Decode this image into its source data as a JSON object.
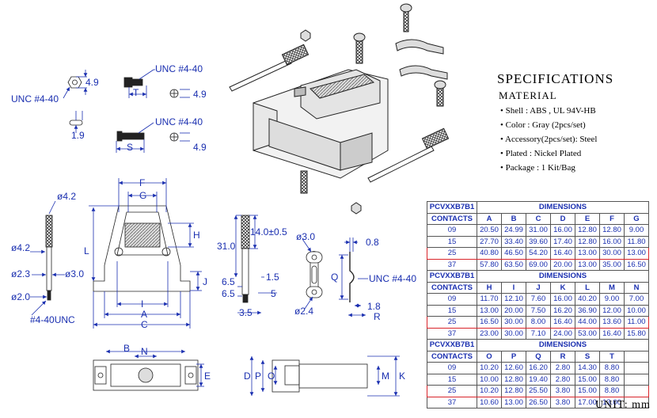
{
  "labels": {
    "unc_left": "UNC #4-40",
    "unc_top": "UNC #4-40",
    "unc_mid": "UNC #4-40",
    "unc_right": "UNC #4-40",
    "unc_bottom": "#4-40UNC",
    "d_4_9_a": "4.9",
    "d_4_9_b": "4.9",
    "d_4_9_c": "4.9",
    "d_1_9": "1.9",
    "d_T": "T",
    "d_S": "S",
    "d_phi_4_2_top": "ø4.2",
    "d_phi_4_2": "ø4.2",
    "d_phi_2_3": "ø2.3",
    "d_phi_3_0": "ø3.0",
    "d_phi_2_0": "ø2.0",
    "d_31_0": "31.0",
    "d_14_0": "14.0±0.5",
    "d_1_5": "1.5",
    "d_6_5_a": "6.5",
    "d_6_5_b": "6.5",
    "d_5": "5",
    "d_3_5": "3.5",
    "d_phi_3_0_clip": "ø3.0",
    "d_0_8": "0.8",
    "d_Q": "Q",
    "d_1_8": "1.8",
    "d_R": "R",
    "d_phi_2_4": "ø2.4",
    "d_F": "F",
    "d_G": "G",
    "d_H": "H",
    "d_L": "L",
    "d_J": "J",
    "d_I": "I",
    "d_A": "A",
    "d_C": "C",
    "d_B": "B",
    "d_N": "N",
    "d_E": "E",
    "d_D": "D",
    "d_P": "P",
    "d_O": "O",
    "d_M": "M",
    "d_K": "K"
  },
  "specs": {
    "title": "SPECIFICATIONS",
    "subtitle": "MATERIAL",
    "lines": [
      "• Shell  :  ABS , UL 94V-HB",
      "• Color  :  Gray (2pcs/set)",
      "• Accessory(2pcs/set):  Steel",
      "• Plated : Nickel Plated",
      "• Package : 1  Kit/Bag"
    ]
  },
  "tables": [
    {
      "part": "PCVXXB7B1",
      "title": "DIMENSIONS",
      "header": "CONTACTS",
      "cols": [
        "A",
        "B",
        "C",
        "D",
        "E",
        "F",
        "G"
      ],
      "rows": [
        {
          "c": "09",
          "v": [
            "20.50",
            "24.99",
            "31.00",
            "16.00",
            "12.80",
            "12.80",
            "9.00"
          ]
        },
        {
          "c": "15",
          "v": [
            "27.70",
            "33.40",
            "39.60",
            "17.40",
            "12.80",
            "16.00",
            "11.80"
          ]
        },
        {
          "c": "25",
          "v": [
            "40.80",
            "46.50",
            "54.20",
            "16.40",
            "13.00",
            "30.00",
            "13.00"
          ],
          "hl": true
        },
        {
          "c": "37",
          "v": [
            "57.80",
            "63.50",
            "69.00",
            "20.00",
            "13.00",
            "35.00",
            "16.50"
          ]
        }
      ]
    },
    {
      "part": "PCVXXB7B1",
      "title": "DIMENSIONS",
      "header": "CONTACTS",
      "cols": [
        "H",
        "I",
        "J",
        "K",
        "L",
        "M",
        "N"
      ],
      "rows": [
        {
          "c": "09",
          "v": [
            "11.70",
            "12.10",
            "7.60",
            "16.00",
            "40.20",
            "9.00",
            "7.00"
          ]
        },
        {
          "c": "15",
          "v": [
            "13.00",
            "20.00",
            "7.50",
            "16.20",
            "36.90",
            "12.00",
            "10.00"
          ]
        },
        {
          "c": "25",
          "v": [
            "16.50",
            "30.00",
            "8.00",
            "16.40",
            "44.00",
            "13.60",
            "11.00"
          ],
          "hl": true
        },
        {
          "c": "37",
          "v": [
            "23.00",
            "30.00",
            "7.10",
            "24.00",
            "53.00",
            "16.40",
            "15.80"
          ]
        }
      ]
    },
    {
      "part": "PCVXXB7B1",
      "title": "DIMENSIONS",
      "header": "CONTACTS",
      "cols": [
        "O",
        "P",
        "Q",
        "R",
        "S",
        "T"
      ],
      "rows": [
        {
          "c": "09",
          "v": [
            "10.20",
            "12.60",
            "16.20",
            "2.80",
            "14.30",
            "8.80"
          ]
        },
        {
          "c": "15",
          "v": [
            "10.00",
            "12.80",
            "19.40",
            "2.80",
            "15.00",
            "8.80"
          ]
        },
        {
          "c": "25",
          "v": [
            "10.20",
            "12.80",
            "25.50",
            "3.80",
            "15.00",
            "8.80"
          ],
          "hl": true
        },
        {
          "c": "37",
          "v": [
            "10.60",
            "13.00",
            "26.50",
            "3.80",
            "17.00",
            "13.00"
          ]
        }
      ]
    }
  ],
  "unit": "UNIT:  mm"
}
